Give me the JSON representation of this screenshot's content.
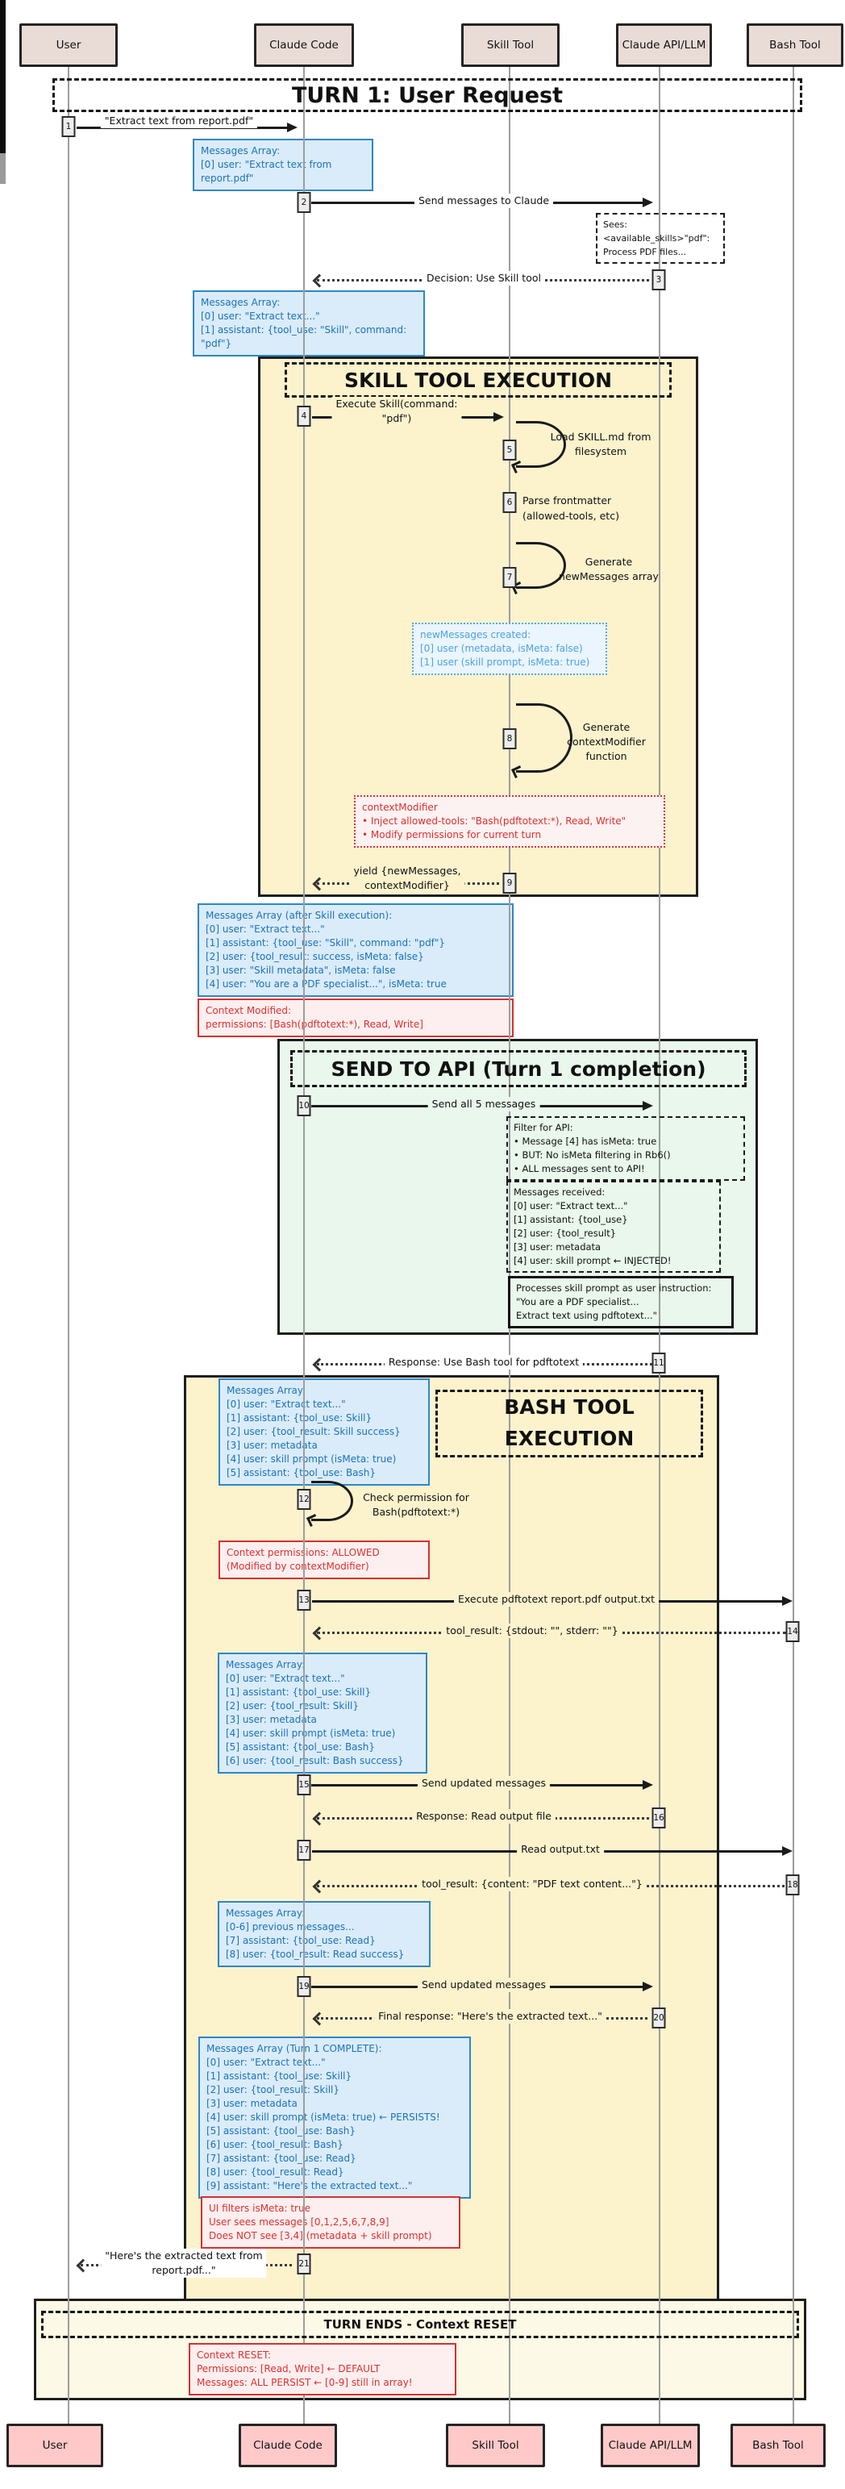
{
  "palette": {
    "accent_blue": "#1b72ba",
    "light_blue": "#4da3e4",
    "red": "#e03131",
    "yellow_bg": "#fcf3cd",
    "green_bg": "#e9f7ec",
    "cream_bg": "#fcfae6",
    "actor_top_bg": "#e9dcd7",
    "actor_bottom_bg": "#ffc9c9"
  },
  "actors": {
    "top": [
      {
        "label": "User"
      },
      {
        "label": "Claude Code"
      },
      {
        "label": "Skill Tool"
      },
      {
        "label": "Claude API/LLM"
      },
      {
        "label": "Bash Tool"
      }
    ],
    "bottom": [
      {
        "label": "User"
      },
      {
        "label": "Claude Code"
      },
      {
        "label": "Skill Tool"
      },
      {
        "label": "Claude API/LLM"
      },
      {
        "label": "Bash Tool"
      }
    ]
  },
  "titles": {
    "turn1": "TURN 1: User Request",
    "skill": "SKILL TOOL EXECUTION",
    "api": "SEND TO API (Turn 1 completion)",
    "bash": [
      "BASH TOOL",
      "EXECUTION"
    ],
    "turn_end": "TURN ENDS - Context RESET"
  },
  "steps": {
    "s1": {
      "num": "1",
      "label": "\"Extract text from report.pdf\""
    },
    "s2": {
      "num": "2",
      "label": "Send messages to Claude"
    },
    "s3": {
      "num": "3",
      "label": "Decision: Use Skill tool"
    },
    "s4": {
      "num": "4",
      "label": [
        "Execute Skill(command:",
        "\"pdf\")"
      ]
    },
    "s5": {
      "num": "5",
      "label": [
        "Load SKILL.md from",
        "filesystem"
      ]
    },
    "s6": {
      "num": "6",
      "label": [
        "Parse frontmatter",
        "(allowed-tools, etc)"
      ]
    },
    "s7": {
      "num": "7",
      "label": [
        "Generate",
        "newMessages array"
      ]
    },
    "s8": {
      "num": "8",
      "label": [
        "Generate",
        "contextModifier",
        "function"
      ]
    },
    "s9": {
      "num": "9",
      "label": [
        "yield {newMessages,",
        "contextModifier}"
      ]
    },
    "s10": {
      "num": "10",
      "label": "Send all 5 messages"
    },
    "s11": {
      "num": "11",
      "label": "Response: Use Bash tool for pdftotext"
    },
    "s12": {
      "num": "12",
      "label": [
        "Check permission for",
        "Bash(pdftotext:*)"
      ]
    },
    "s13": {
      "num": "13",
      "label": "Execute pdftotext report.pdf output.txt"
    },
    "s14": {
      "num": "14",
      "label": "tool_result: {stdout: \"\", stderr: \"\"}"
    },
    "s15": {
      "num": "15",
      "label": "Send updated messages"
    },
    "s16": {
      "num": "16",
      "label": "Response: Read output file"
    },
    "s17": {
      "num": "17",
      "label": "Read output.txt"
    },
    "s18": {
      "num": "18",
      "label": "tool_result: {content: \"PDF text content...\"}"
    },
    "s19": {
      "num": "19",
      "label": "Send updated messages"
    },
    "s20": {
      "num": "20",
      "label": "Final response: \"Here's the extracted text...\""
    },
    "s21": {
      "num": "21",
      "label": [
        "\"Here's the extracted text from",
        "report.pdf...\""
      ]
    }
  },
  "boxes": {
    "msgA": [
      "Messages Array:",
      "[0] user: \"Extract text from",
      "report.pdf\""
    ],
    "msgB": [
      "Messages Array:",
      "[0] user: \"Extract text...\"",
      "[1] assistant: {tool_use: \"Skill\", command:",
      "\"pdf\"}"
    ],
    "newMessages": [
      "newMessages created:",
      "[0] user (metadata, isMeta: false)",
      "[1] user (skill prompt, isMeta: true)"
    ],
    "contextModifier": [
      "contextModifier",
      "• Inject allowed-tools: \"Bash(pdftotext:*), Read, Write\"",
      "• Modify permissions for current turn"
    ],
    "msgC": [
      "Messages Array (after Skill execution):",
      "[0] user: \"Extract text...\"",
      "[1] assistant: {tool_use: \"Skill\", command: \"pdf\"}",
      "[2] user: {tool_result: success, isMeta: false}",
      "[3] user: \"Skill metadata\", isMeta: false",
      "[4] user: \"You are a PDF specialist...\", isMeta: true"
    ],
    "contextModified": [
      "Context Modified:",
      "permissions: [Bash(pdftotext:*), Read, Write]"
    ],
    "seesNote": [
      "Sees:",
      "<available_skills>\"pdf\":",
      "Process PDF files..."
    ],
    "filterNote": [
      "Filter for API:",
      "• Message [4] has isMeta: true",
      "• BUT: No isMeta filtering in Rb6()",
      "• ALL messages sent to API!"
    ],
    "receivedNote": [
      "Messages received:",
      "[0] user: \"Extract text...\"",
      "[1] assistant: {tool_use}",
      "[2] user: {tool_result}",
      "[3] user: metadata",
      "[4] user: skill prompt ← INJECTED!"
    ],
    "processNote": [
      "Processes skill prompt as user instruction:",
      "\"You are a PDF specialist...",
      "Extract text using pdftotext...\""
    ],
    "msgD": [
      "Messages Array:",
      "[0] user: \"Extract text...\"",
      "[1] assistant: {tool_use: Skill}",
      "[2] user: {tool_result: Skill success}",
      "[3] user: metadata",
      "[4] user: skill prompt (isMeta: true)",
      "[5] assistant: {tool_use: Bash}"
    ],
    "permAllowed": [
      "Context permissions: ALLOWED",
      "(Modified by contextModifier)"
    ],
    "msgE": [
      "Messages Array:",
      "[0] user: \"Extract text...\"",
      "[1] assistant: {tool_use: Skill}",
      "[2] user: {tool_result: Skill}",
      "[3] user: metadata",
      "[4] user: skill prompt (isMeta: true)",
      "[5] assistant: {tool_use: Bash}",
      "[6] user: {tool_result: Bash success}"
    ],
    "msgF": [
      "Messages Array:",
      "[0-6] previous messages...",
      "[7] assistant: {tool_use: Read}",
      "[8] user: {tool_result: Read success}"
    ],
    "msgG": [
      "Messages Array (Turn 1 COMPLETE):",
      "[0] user: \"Extract text...\"",
      "[1] assistant: {tool_use: Skill}",
      "[2] user: {tool_result: Skill}",
      "[3] user: metadata",
      "[4] user: skill prompt (isMeta: true) ← PERSISTS!",
      "[5] assistant: {tool_use: Bash}",
      "[6] user: {tool_result: Bash}",
      "[7] assistant: {tool_use: Read}",
      "[8] user: {tool_result: Read}",
      "[9] assistant: \"Here's the extracted text...\""
    ],
    "uiFilters": [
      "UI filters isMeta: true",
      "User sees messages [0,1,2,5,6,7,8,9]",
      "Does NOT see [3,4] (metadata + skill prompt)"
    ],
    "contextReset": [
      "Context RESET:",
      "Permissions: [Read, Write] ← DEFAULT",
      "Messages: ALL PERSIST ← [0-9] still in array!"
    ]
  }
}
